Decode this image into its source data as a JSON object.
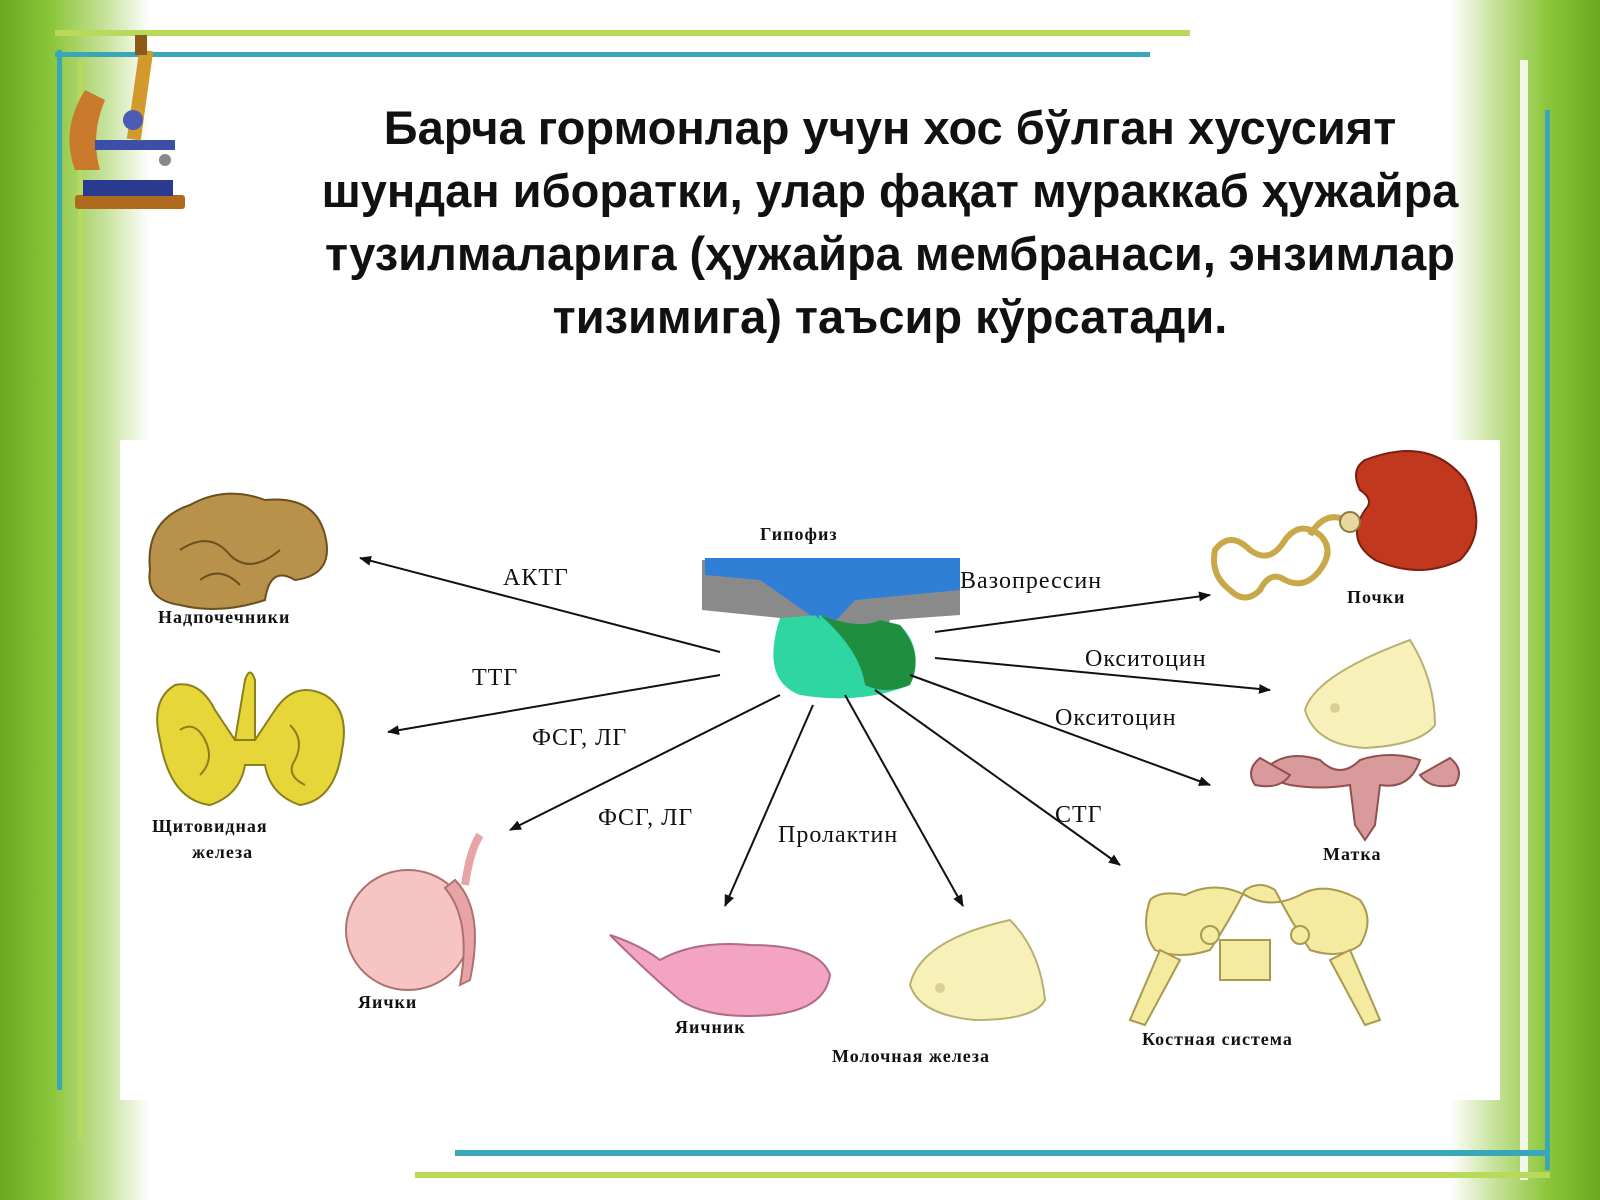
{
  "slide": {
    "title": "Барча гормонлар учун хос бўлган хусусият шундан иборатки, улар фақат мураккаб ҳужайра тузилмаларига (ҳужайра мембранаси, энзимлар тизимига) таъсир кўрсатади."
  },
  "decor": {
    "icon": "microscope-icon",
    "accent": "#8cc63a",
    "stripe_blue": "#3aa7b8"
  },
  "diagram": {
    "center_label": "Гипофиз",
    "organs": {
      "adrenal": "Надпочечники",
      "thyroid_1": "Щитовидная",
      "thyroid_2": "железа",
      "testis": "Яички",
      "ovary": "Яичник",
      "mammary": "Молочная железа",
      "skeleton": "Костная система",
      "uterus": "Матка",
      "kidney": "Почки"
    },
    "hormones": {
      "actg": "АКТГ",
      "ttg": "ТТГ",
      "fsg1": "ФСГ, ЛГ",
      "fsg2": "ФСГ, ЛГ",
      "prolactin": "Пролактин",
      "stg": "СТГ",
      "vasopressin": "Вазопрессин",
      "oxytocin1": "Окситоцин",
      "oxytocin2": "Окситоцин"
    }
  }
}
